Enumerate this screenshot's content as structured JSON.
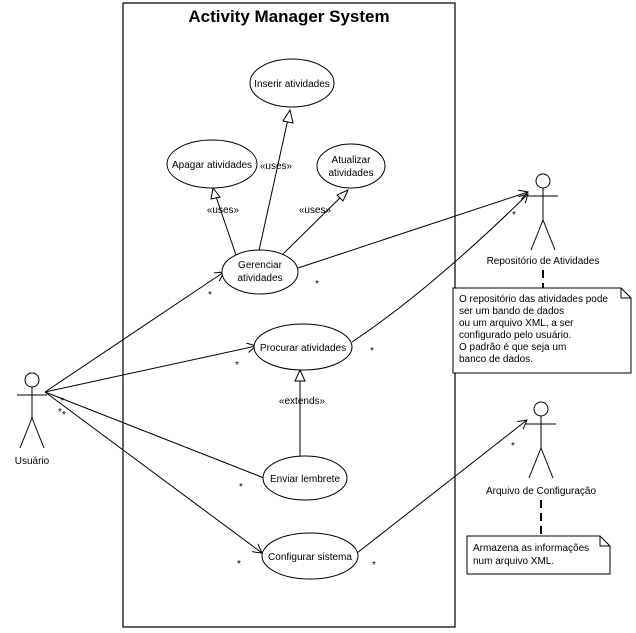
{
  "system": {
    "title": "Activity Manager System"
  },
  "use_cases": {
    "inserir": "Inserir atividades",
    "apagar": "Apagar atividades",
    "atualizar_l1": "Atualizar",
    "atualizar_l2": "atividades",
    "gerenciar_l1": "Gerenciar",
    "gerenciar_l2": "atividades",
    "procurar": "Procurar atividades",
    "enviar": "Enviar lembrete",
    "configurar": "Configurar sistema"
  },
  "actors": {
    "usuario": "Usuário",
    "repositorio": "Repositório de Atividades",
    "arquivo": "Arquivo de Configuração"
  },
  "stereotypes": {
    "uses": "«uses»",
    "extends": "«extends»"
  },
  "multiplicity": "*",
  "notes": {
    "repositorio": [
      "O repositório das atividades pode",
      "ser um bando de dados",
      "ou um arquivo XML, a ser",
      "configurado pelo usuário.",
      "O padrão é que seja um",
      "banco de dados."
    ],
    "arquivo": [
      "Armazena as informações",
      "num arquivo XML."
    ]
  }
}
